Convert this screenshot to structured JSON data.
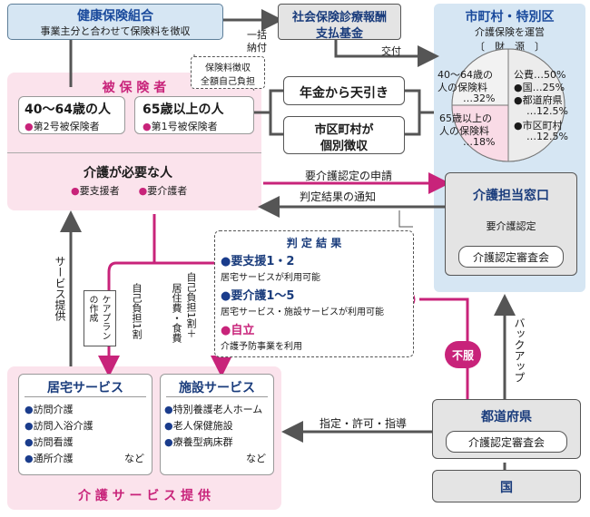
{
  "insurer": {
    "title": "健康保険組合",
    "sub": "事業主分と合わせて保険料を徴収"
  },
  "payment_fund": {
    "line1": "社会保険診療報酬",
    "line2": "支払基金"
  },
  "lump_sum": {
    "line1": "一括",
    "line2": "納付"
  },
  "kofu": "交付",
  "municipality": {
    "title": "市町村・特別区",
    "sub": "介護保険を運営",
    "finance": "〔　財　源　〕",
    "pie_left1": "40〜64歳の",
    "pie_left2": "人の保険料",
    "pie_left3": "…32%",
    "pie_right1": "65歳以上の",
    "pie_right2": "人の保険料",
    "pie_right3": "…18%",
    "public_items": [
      "公費…50%",
      "●国…25%",
      "●都道府県",
      "…12.5%",
      "●市区町村",
      "…12.5%"
    ]
  },
  "insured": {
    "title": "被 保 険 者",
    "note_line1": "保険料徴収",
    "note_line2": "全額自己負担",
    "age40_title": "40〜64歳の人",
    "age40_sub": "第2号被保険者",
    "age65_title": "65歳以上の人",
    "age65_sub": "第1号被保険者",
    "need_title": "介護が必要な人",
    "need_items": [
      "要支援者",
      "要介護者"
    ]
  },
  "pension": "年金から天引き",
  "city_collect": {
    "line1": "市区町村が",
    "line2": "個別徴収"
  },
  "apply": "要介護認定の申請",
  "notify": "判定結果の通知",
  "window": {
    "title": "介護担当窓口",
    "sub": "要介護認定",
    "board": "介護認定審査会"
  },
  "result": {
    "title": "判 定 結 果",
    "s1_title": "要支援1・2",
    "s1_sub": "居宅サービスが利用可能",
    "s2_title": "要介護1〜5",
    "s2_sub": "居宅サービス・施設サービスが利用可能",
    "s3_title": "自立",
    "s3_sub": "介護予防事業を利用"
  },
  "fufuku": "不服",
  "backup": "バックアップ",
  "service_provide_vert": "サービス提供",
  "careplan": {
    "line1": "ケアプラン",
    "line2": "の作成"
  },
  "copay1": "自己負担1割",
  "copay2a": "自己負担1割＋",
  "copay2b": "居住費・食費",
  "home_service": {
    "title": "居宅サービス",
    "items": [
      "訪問介護",
      "訪問入浴介護",
      "訪問看護",
      "通所介護"
    ],
    "etc": "など"
  },
  "facility_service": {
    "title": "施設サービス",
    "items": [
      "特別養護老人ホーム",
      "老人保健施設",
      "療養型病床群"
    ],
    "etc": "など"
  },
  "care_service_provide": "介 護 サ ー ビ ス 提 供",
  "designate": "指定・許可・指導",
  "prefecture": {
    "title": "都道府県",
    "board": "介護認定審査会"
  },
  "country": "国"
}
